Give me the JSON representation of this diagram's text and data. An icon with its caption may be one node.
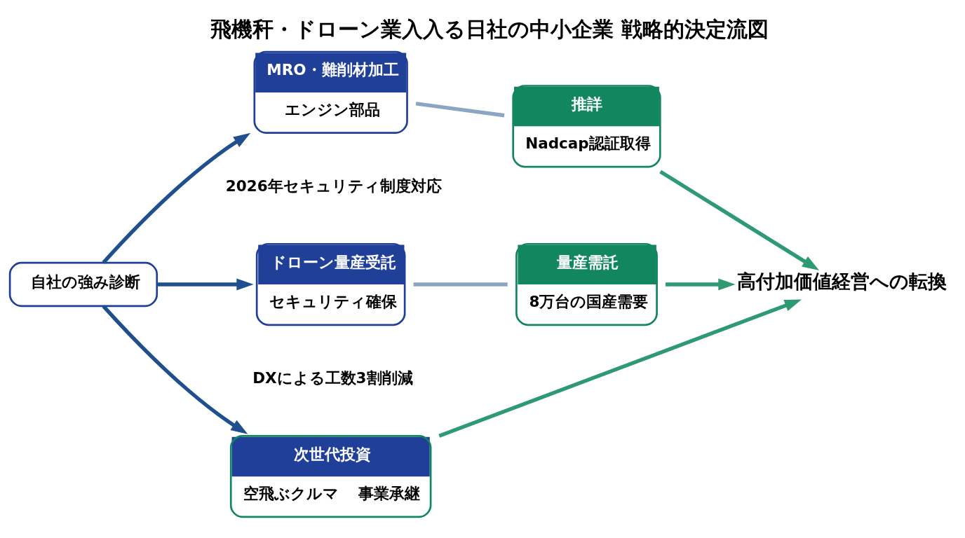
{
  "diagram": {
    "title": "飛機秆・ドローン業入入る日社の中小企業 戦略的決定流図",
    "nodes": [
      {
        "text": [
          "自社の強み診断"
        ]
      },
      {
        "text": [
          "MRO・難削材加工",
          "エンジン部品"
        ]
      },
      {
        "text": [
          "推詳",
          "Nadcap認証取得"
        ]
      },
      {
        "text": [
          "ドローン量産受託",
          "セキュリティ確保"
        ]
      },
      {
        "text": [
          "量産需託",
          "8万台の国産需要"
        ]
      },
      {
        "text": [
          "次世代投資",
          "空飛ぶクルマ",
          "事業承継"
        ]
      },
      {
        "text": [
          "高付加価値経営への転換"
        ]
      }
    ],
    "edges": [
      {
        "from": 0,
        "to": 1,
        "arrow": "to",
        "color": "#1f4f8f"
      },
      {
        "from": 0,
        "to": 3,
        "arrow": "to",
        "color": "#1f4f8f"
      },
      {
        "from": 0,
        "to": 5,
        "arrow": "to",
        "color": "#1f4f8f"
      },
      {
        "from": 1,
        "to": 2,
        "arrow": "none",
        "color": "#8aa6c4"
      },
      {
        "from": 3,
        "to": 4,
        "arrow": "none",
        "color": "#8aa6c4"
      },
      {
        "from": 2,
        "to": 6,
        "arrow": "to",
        "color": "#2e9a72"
      },
      {
        "from": 4,
        "to": 6,
        "arrow": "to",
        "color": "#2e9a72"
      },
      {
        "from": 5,
        "to": 6,
        "arrow": "to",
        "color": "#2e9a72"
      }
    ],
    "labels": [
      "2026年セキュリティ制度対応",
      "DXによる工数3割削減"
    ]
  }
}
